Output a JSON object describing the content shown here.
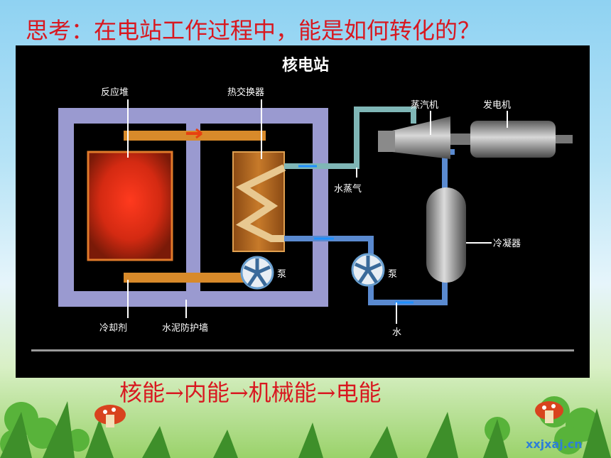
{
  "question": "思考：在电站工作过程中，能是如何转化的？",
  "diagram": {
    "title": "核电站",
    "labels": {
      "reactor": "反应堆",
      "heat_exchanger": "热交换器",
      "turbine": "蒸汽机",
      "generator": "发电机",
      "steam": "水蒸气",
      "condenser": "冷凝器",
      "pump_left": "泵",
      "pump_right": "泵",
      "coolant": "冷却剂",
      "wall": "水泥防护墙",
      "water": "水"
    }
  },
  "answer": "核能→内能→机械能→电能",
  "watermark": "xxjxaj.cn",
  "colors": {
    "heading": "#d81820",
    "panel": "#000000",
    "wall": "#9a9ad0"
  }
}
